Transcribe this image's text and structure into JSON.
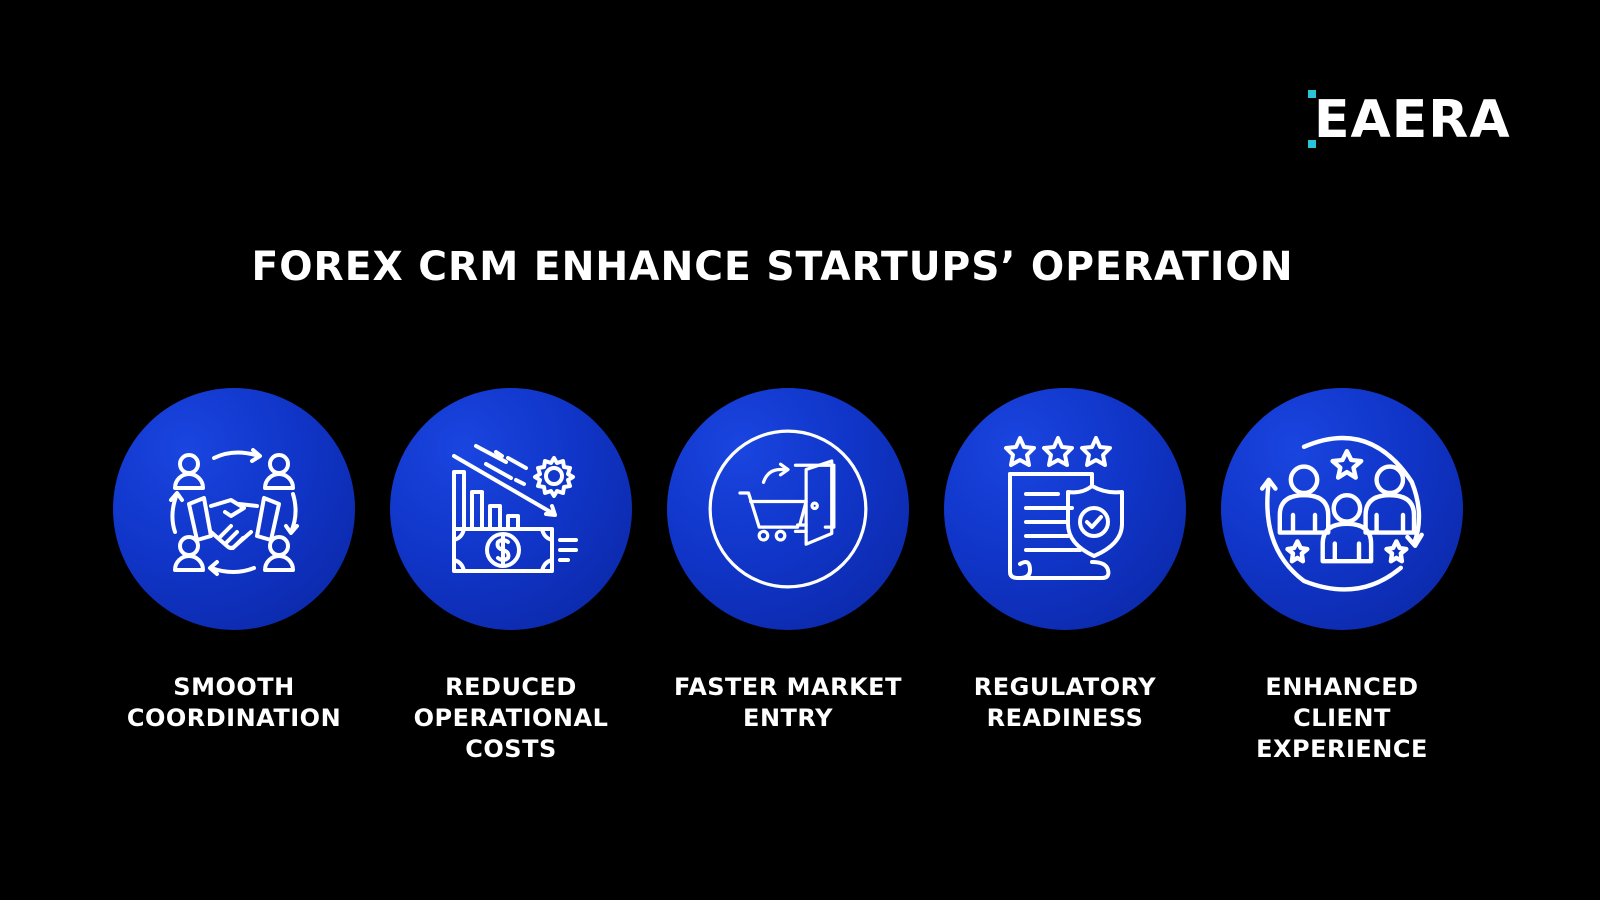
{
  "brand": {
    "logo_text": "EAERA",
    "accent_color": "#2bc3d6"
  },
  "title": "FOREX CRM ENHANCE STARTUPS’ OPERATION",
  "colors": {
    "background": "#000000",
    "circle_light": "#1a45e0",
    "circle_dark": "#0a25a0",
    "text": "#ffffff"
  },
  "items": [
    {
      "icon": "handshake-team-icon",
      "lines": [
        "SMOOTH",
        "COORDINATION"
      ]
    },
    {
      "icon": "cost-reduction-icon",
      "lines": [
        "REDUCED",
        "OPERATIONAL",
        "COSTS"
      ]
    },
    {
      "icon": "cart-door-entry-icon",
      "lines": [
        "FASTER MARKET",
        "ENTRY"
      ]
    },
    {
      "icon": "document-shield-stars-icon",
      "lines": [
        "REGULATORY",
        "READINESS"
      ]
    },
    {
      "icon": "customer-rating-cycle-icon",
      "lines": [
        "ENHANCED",
        "CLIENT",
        "EXPERIENCE"
      ]
    }
  ]
}
